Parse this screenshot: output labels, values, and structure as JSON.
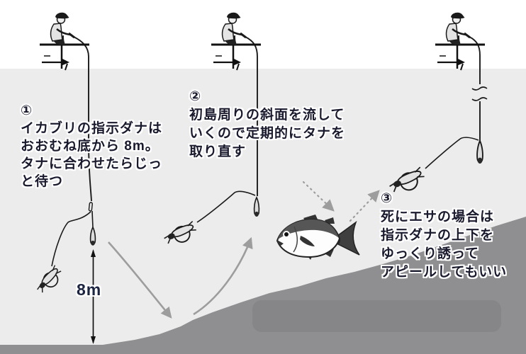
{
  "steps": {
    "step1": {
      "number": "①",
      "lines": [
        "イカブリの指示ダナは",
        "おおむね底から 8m。",
        "タナに合わせたらじっ",
        "と待つ"
      ]
    },
    "step2": {
      "number": "②",
      "lines": [
        "初島周りの斜面を流して",
        "いくので定期的にタナを",
        "取り直す"
      ]
    },
    "step3": {
      "number": "③",
      "lines": [
        "死にエサの場合は",
        "指示ダナの上下を",
        "ゆっくり誘って",
        "アピールしてもいい"
      ]
    }
  },
  "labels": {
    "depth": "8m"
  },
  "colors": {
    "background": "#ffffff",
    "water": "#ececec",
    "seabed": "#8f8f91",
    "seabed_patch": "#868689",
    "line_art": "#1a1a1a",
    "arrow_gray": "#9d9d9d",
    "text": "#1a1a2e",
    "depth_text": "#1b2440"
  },
  "icons": {
    "angler": "angler-icon",
    "boat_edge": "boat-edge-icon",
    "drift_arrow": "drift-arrow-icon",
    "fishing_line": "fishing-line",
    "line_break": "line-break-mark-icon",
    "sinker": "sinker-icon",
    "squid_bait": "squid-bait-icon",
    "fish": "fish-icon",
    "depth_arrow": "depth-measure-arrow-icon",
    "sink_path": "sink-path-arrow-icon",
    "lift_path": "lift-path-arrow-icon",
    "fish_approach": "fish-approach-dashed-arrow-icon",
    "fish_leave": "fish-leave-dashed-arrow-icon"
  }
}
